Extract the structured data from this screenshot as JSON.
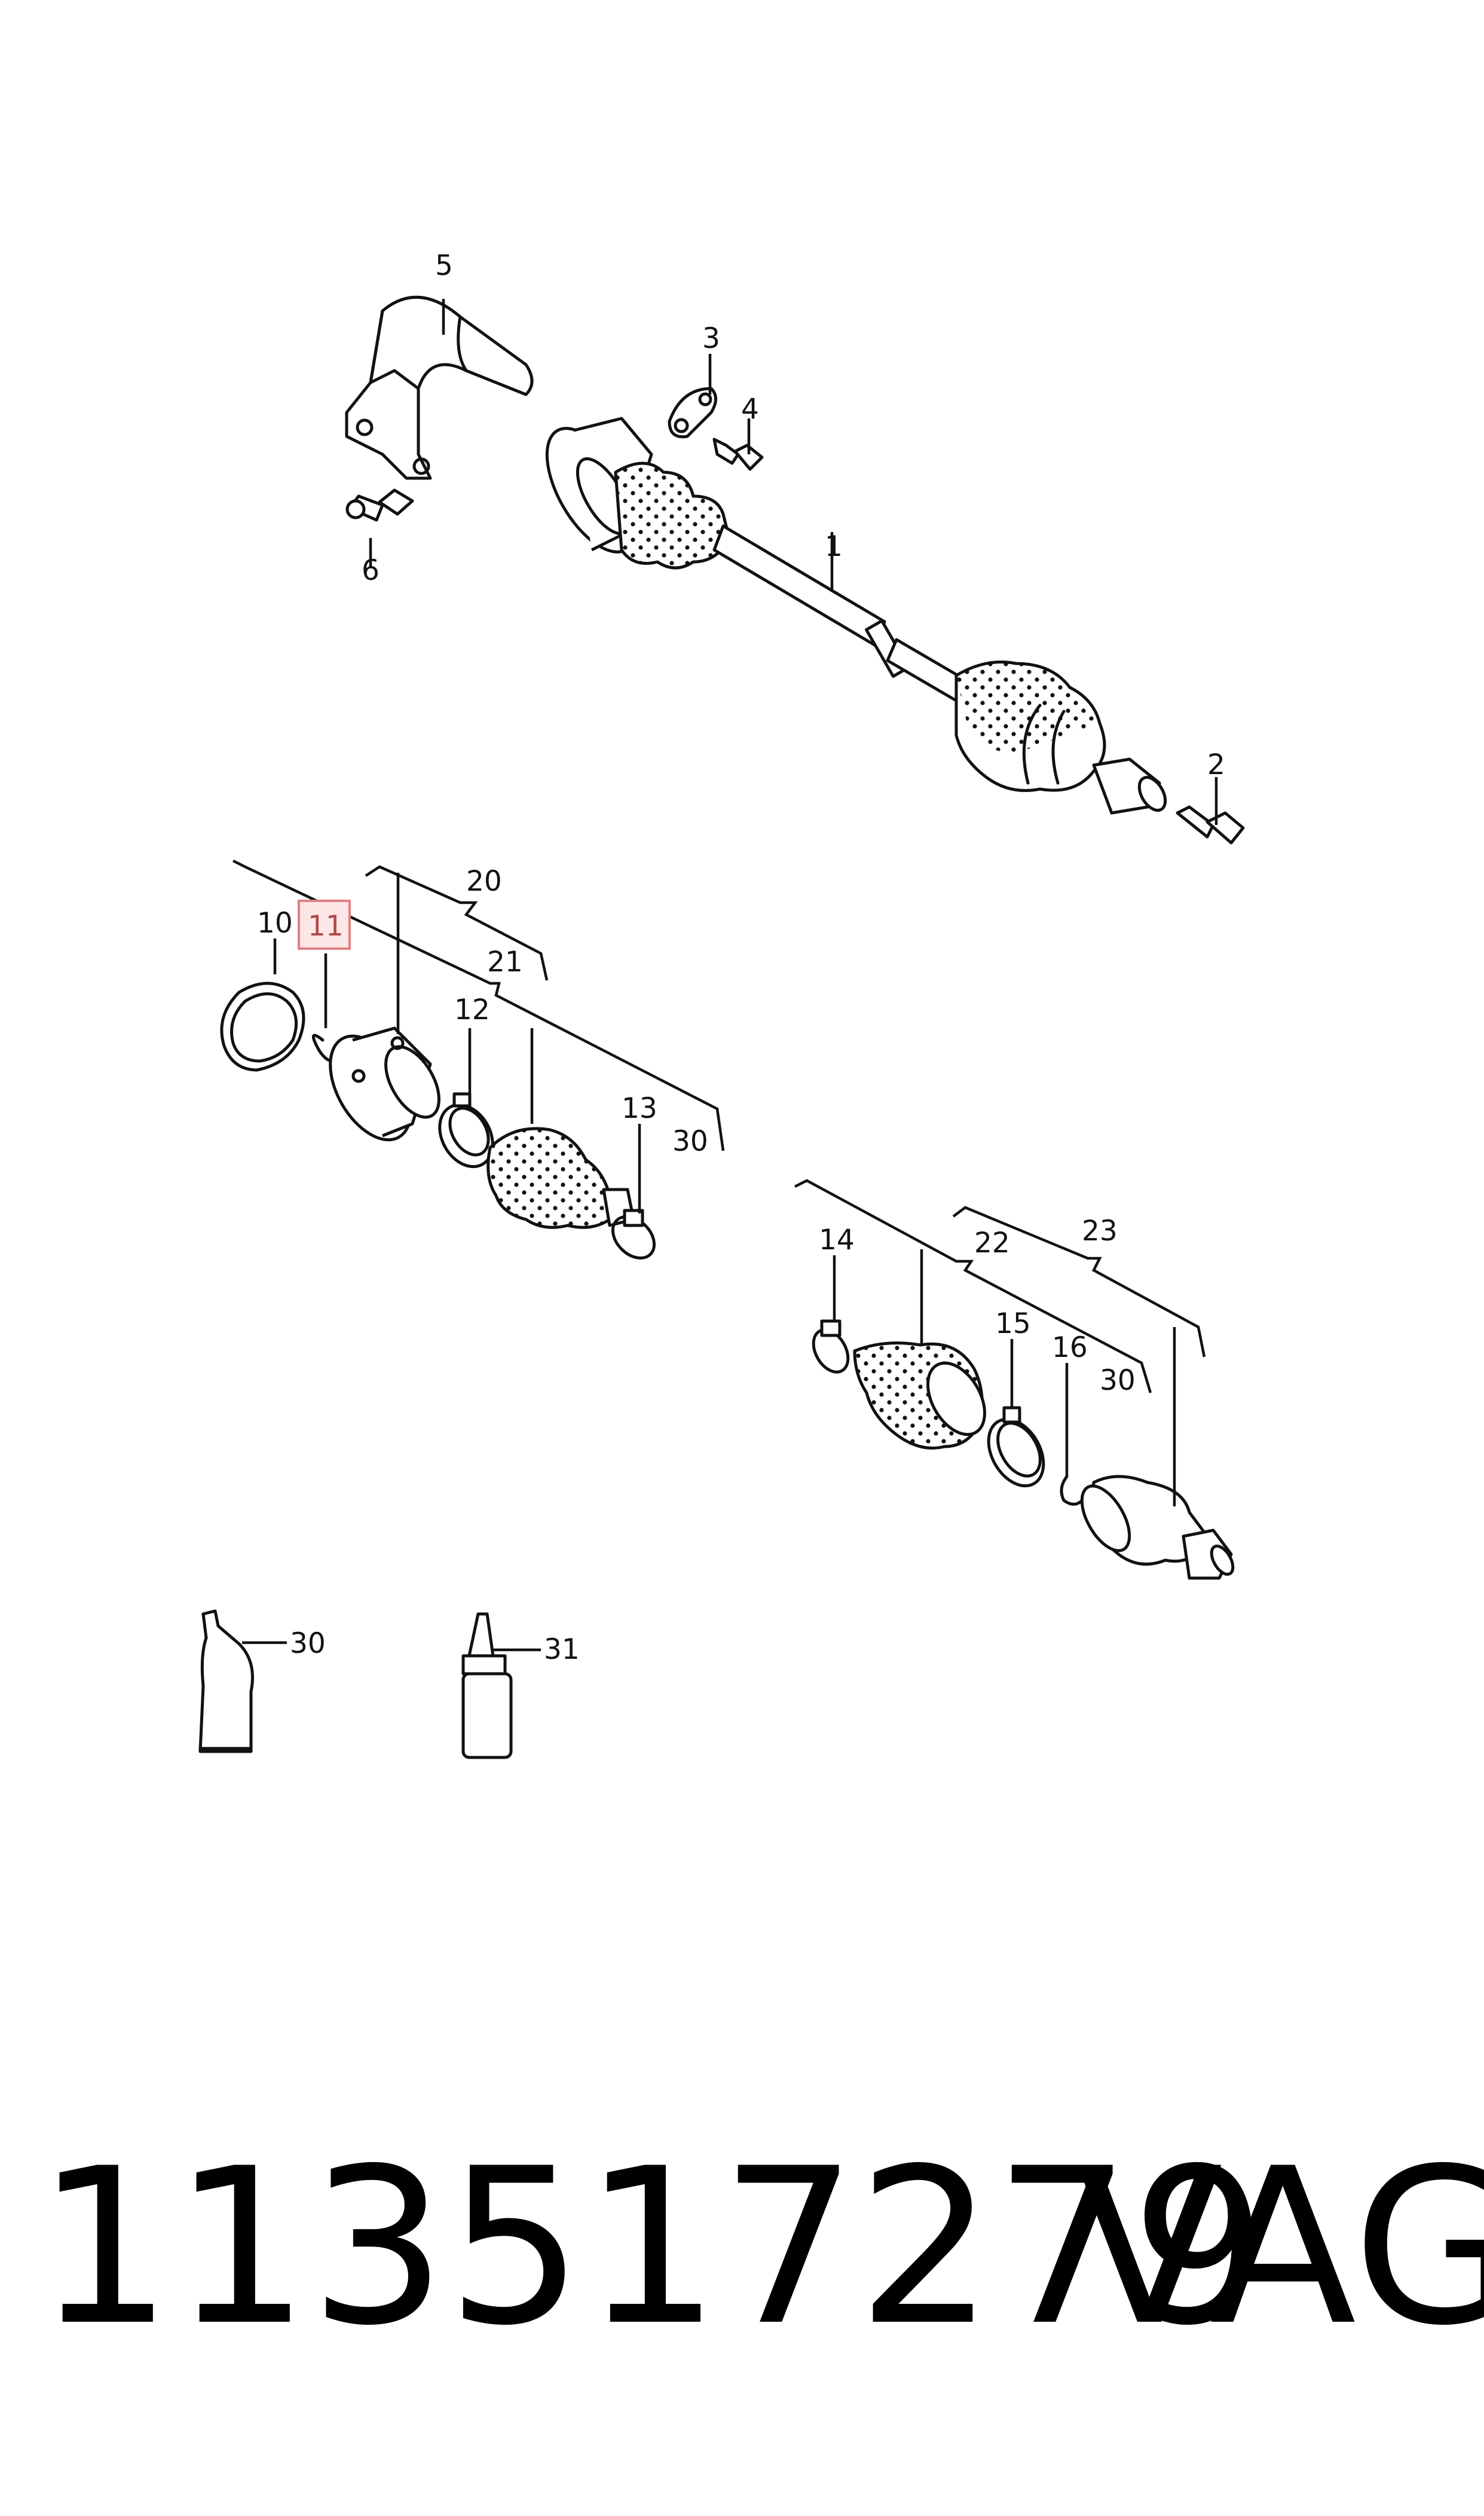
{
  "diagram": {
    "callouts": {
      "c1": "1",
      "c2": "2",
      "c3": "3",
      "c4": "4",
      "c5": "5",
      "c6": "6",
      "c10": "10",
      "c11": "11",
      "c12": "12",
      "c13": "13",
      "c14": "14",
      "c15": "15",
      "c16": "16",
      "c20": "20",
      "c21": "21",
      "c22": "22",
      "c23": "23",
      "c30a": "30",
      "c30b": "30",
      "c30c": "30",
      "c31": "31"
    },
    "highlighted_callout": "11",
    "highlight_color": "#e0a0a0"
  },
  "footer": {
    "part_number": "113517279",
    "brand": "VAG"
  }
}
